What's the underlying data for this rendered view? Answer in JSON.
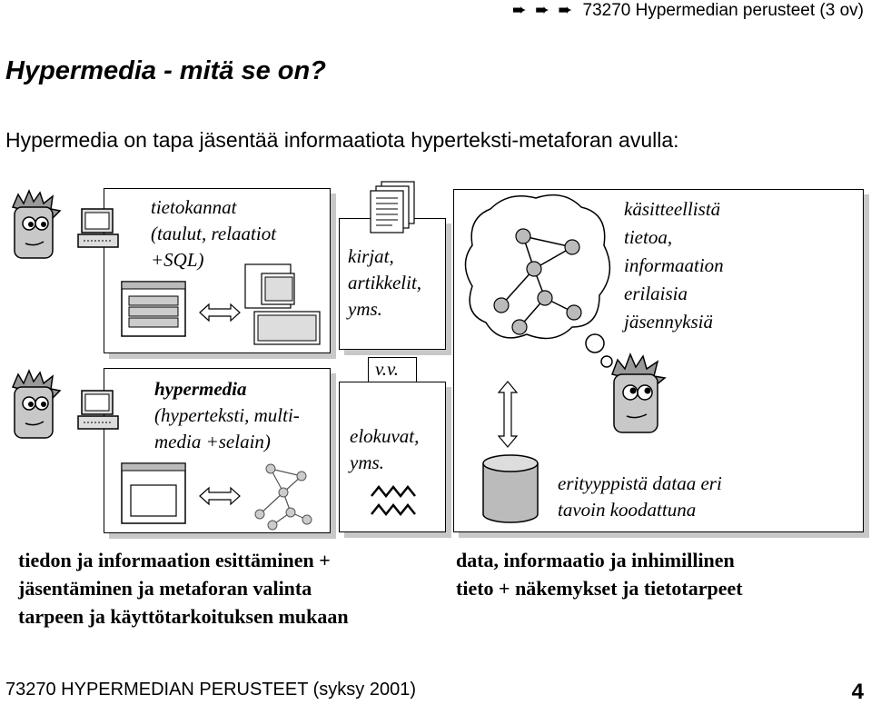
{
  "header": {
    "arrows": "➨ ➨ ➨",
    "course": "73270 Hypermedian perusteet (3 ov)"
  },
  "title": "Hypermedia - mitä se on?",
  "intro": "Hypermedia on tapa jäsentää informaatiota hyperteksti-metaforan avulla:",
  "databases": {
    "line1": "tietokannat",
    "line2": "(taulut, relaatiot",
    "line3": "+SQL)"
  },
  "books": {
    "line1": "kirjat,",
    "line2": "artikkelit,",
    "line3": "yms."
  },
  "knowledge": {
    "line1": "käsitteellistä",
    "line2": "tietoa,",
    "line3": "informaation",
    "line4": "erilaisia",
    "line5": "jäsennyksiä"
  },
  "vv": "v.v.",
  "hypermedia": {
    "heading": "hypermedia",
    "line2": "(hyperteksti, multi-",
    "line3": "media +selain)"
  },
  "movies": {
    "line1": "elokuvat,",
    "line2": "yms."
  },
  "data_store": {
    "line1": "erityyppistä dataa eri",
    "line2": "tavoin koodattuna"
  },
  "left_caption": {
    "line1": "tiedon ja informaation esittäminen +",
    "line2": "jäsentäminen ja metaforan valinta",
    "line3": "tarpeen ja käyttötarkoituksen mukaan"
  },
  "right_caption": {
    "line1": "data, informaatio ja inhimillinen",
    "line2": "tieto + näkemykset ja tietotarpeet"
  },
  "footer": {
    "course": "73270 HYPERMEDIAN PERUSTEET (syksy 2001)",
    "page": "4"
  }
}
